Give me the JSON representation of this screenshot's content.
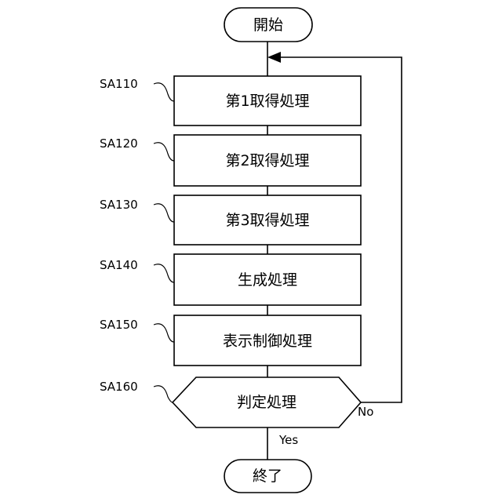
{
  "flow": {
    "start": "開始",
    "end": "終了",
    "steps": [
      {
        "id": "SA110",
        "label": "第1取得処理"
      },
      {
        "id": "SA120",
        "label": "第2取得処理"
      },
      {
        "id": "SA130",
        "label": "第3取得処理"
      },
      {
        "id": "SA140",
        "label": "生成処理"
      },
      {
        "id": "SA150",
        "label": "表示制御処理"
      }
    ],
    "decision": {
      "id": "SA160",
      "label": "判定処理",
      "yes_label": "Yes",
      "no_label": "No"
    }
  }
}
